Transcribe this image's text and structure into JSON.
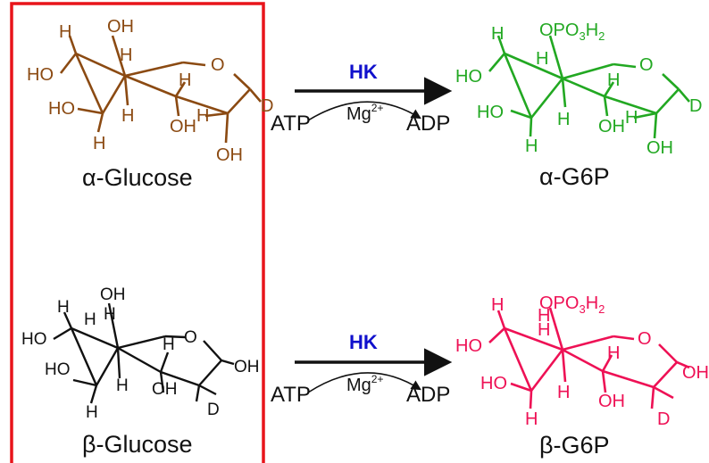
{
  "colors": {
    "alpha_glucose": "#8b4a12",
    "beta_glucose": "#111111",
    "alpha_g6p": "#22a822",
    "beta_g6p": "#ee1155",
    "enzyme": "#1010cc",
    "frame": "#e8141a"
  },
  "reactions": [
    {
      "substrate": {
        "caption": "α-Glucose",
        "labels": {
          "h_top": "H",
          "oh_top": "OH",
          "ring_o": "O",
          "ho_left": "HO",
          "h_a": "H",
          "ho_mid": "HO",
          "h_b": "H",
          "h_c": "H",
          "oh_c2": "OH",
          "h_bot": "H",
          "h_d": "H",
          "anomeric": "D",
          "oh_bottom": "OH"
        }
      },
      "enzyme": "HK",
      "cofactor": "Mg",
      "cofactor_charge": "2+",
      "consumed": "ATP",
      "released": "ADP",
      "product": {
        "caption": "α-G6P",
        "phosphate": {
          "o": "OPO",
          "sub1": "3",
          "h": "H",
          "sub2": "2"
        },
        "labels": {
          "h_top": "H",
          "ring_o": "O",
          "ho_left": "HO",
          "h_a": "H",
          "ho_mid": "HO",
          "h_b": "H",
          "h_c": "H",
          "oh_c2": "OH",
          "h_bot": "H",
          "h_d": "H",
          "anomeric": "D",
          "oh_bottom": "OH"
        }
      }
    },
    {
      "substrate": {
        "caption": "β-Glucose",
        "labels": {
          "h_top": "H",
          "oh_top": "OH",
          "ring_o": "O",
          "ho_left": "HO",
          "h_a": "H",
          "ho_mid": "HO",
          "h_b": "H",
          "h_c": "H",
          "oh_c2": "OH",
          "h_bot": "H",
          "h_d": "H",
          "anomeric": "OH",
          "oh_bottom": "D"
        }
      },
      "enzyme": "HK",
      "cofactor": "Mg",
      "cofactor_charge": "2+",
      "consumed": "ATP",
      "released": "ADP",
      "product": {
        "caption": "β-G6P",
        "phosphate": {
          "o": "OPO",
          "sub1": "3",
          "h": "H",
          "sub2": "2"
        },
        "labels": {
          "h_top": "H",
          "ring_o": "O",
          "ho_left": "HO",
          "h_a": "H",
          "ho_mid": "HO",
          "h_b": "H",
          "h_c": "H",
          "oh_c2": "OH",
          "h_bot": "H",
          "h_d": "H",
          "anomeric": "OH",
          "oh_bottom": "D"
        }
      }
    }
  ]
}
